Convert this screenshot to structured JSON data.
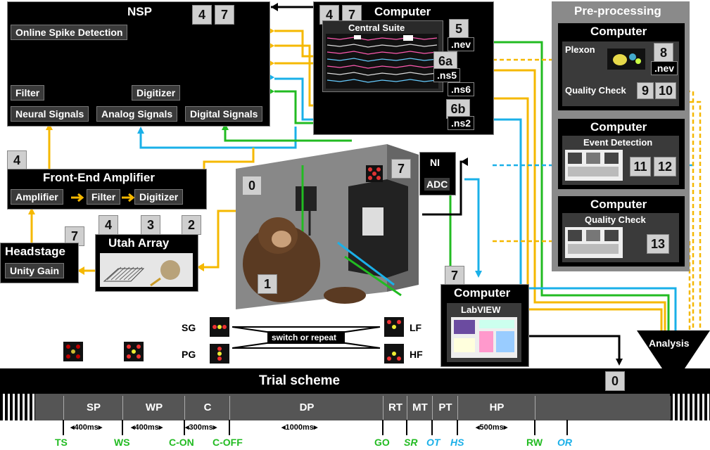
{
  "nsp": {
    "title": "NSP",
    "badges": [
      "4",
      "7"
    ],
    "online": "Online Spike Detection",
    "filter": "Filter",
    "neural": "Neural Signals",
    "analog": "Analog Signals",
    "digitizer": "Digitizer",
    "digital": "Digital Signals"
  },
  "computer1": {
    "title": "Computer",
    "badges": [
      "4",
      "7"
    ],
    "suite": "Central Suite",
    "files": [
      ".nev",
      ".ns5",
      ".ns6",
      ".ns2"
    ],
    "file_badges": [
      "5",
      "6a",
      "6b"
    ]
  },
  "frontend": {
    "title": "Front-End Amplifier",
    "badge": "4",
    "stages": [
      "Amplifier",
      "Filter",
      "Digitizer"
    ]
  },
  "headstage": {
    "title": "Headstage",
    "badge": "7",
    "sub": "Unity Gain"
  },
  "utah": {
    "title": "Utah Array",
    "badges": [
      "4",
      "3",
      "2"
    ]
  },
  "setup": {
    "badge0": "0",
    "badge1": "1",
    "badge7": "7"
  },
  "ni": {
    "line1": "NI",
    "line2": "ADC"
  },
  "labview": {
    "title": "Computer",
    "badge": "7",
    "sub": "LabVIEW"
  },
  "preprocessing": {
    "title": "Pre-processing",
    "plexon": {
      "title": "Computer",
      "sub": "Plexon",
      "file": ".nev",
      "badge": "8",
      "qc": "Quality Check",
      "qc_badges": [
        "9",
        "10"
      ]
    },
    "events": {
      "title": "Computer",
      "sub": "Event Detection",
      "badges": [
        "11",
        "12"
      ]
    },
    "quality": {
      "title": "Computer",
      "sub": "Quality Check",
      "badge": "13"
    }
  },
  "analysis": "Analysis",
  "conditions": {
    "sg": "SG",
    "pg": "PG",
    "lf": "LF",
    "hf": "HF",
    "switch": "switch or repeat"
  },
  "trial": {
    "title": "Trial scheme",
    "badge": "0",
    "phases": [
      "SP",
      "WP",
      "C",
      "DP",
      "RT",
      "MT",
      "PT",
      "HP"
    ],
    "durations": [
      "400ms",
      "400ms",
      "300ms",
      "1000ms",
      "500ms"
    ],
    "events": [
      {
        "label": "TS",
        "color": "#22bb22",
        "italic": false
      },
      {
        "label": "WS",
        "color": "#22bb22",
        "italic": false
      },
      {
        "label": "C-ON",
        "color": "#22bb22",
        "italic": false
      },
      {
        "label": "C-OFF",
        "color": "#22bb22",
        "italic": false
      },
      {
        "label": "GO",
        "color": "#22bb22",
        "italic": false
      },
      {
        "label": "SR",
        "color": "#22bb22",
        "italic": true
      },
      {
        "label": "OT",
        "color": "#1ab0e8",
        "italic": true
      },
      {
        "label": "HS",
        "color": "#1ab0e8",
        "italic": true
      },
      {
        "label": "RW",
        "color": "#22bb22",
        "italic": false
      },
      {
        "label": "OR",
        "color": "#1ab0e8",
        "italic": true
      }
    ]
  },
  "colors": {
    "neural": "#f5b800",
    "analog": "#1ab0e8",
    "digital": "#22bb22",
    "black": "#000000"
  }
}
